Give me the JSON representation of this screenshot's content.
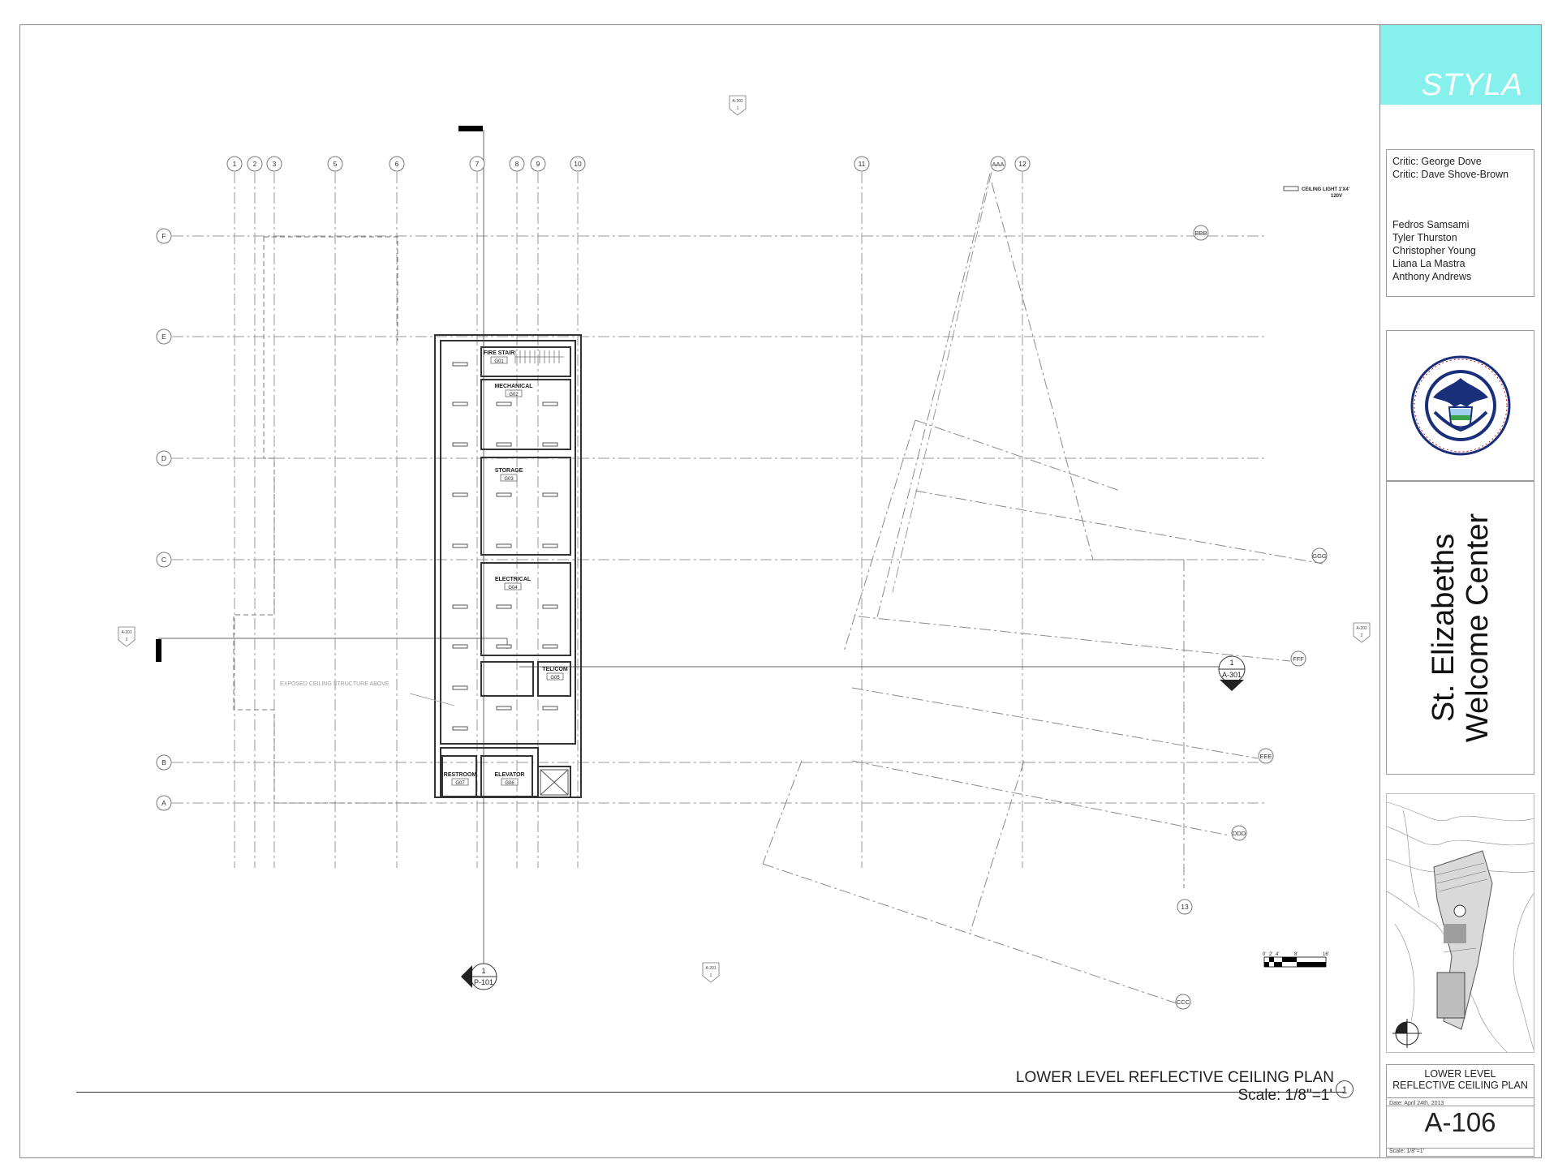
{
  "brand": "STYLA",
  "critics": [
    "Critic: George Dove",
    "Critic: Dave Shove-Brown"
  ],
  "team": [
    "Fedros Samsami",
    "Tyler Thurston",
    "Christopher Young",
    "Liana La Mastra",
    "Anthony Andrews"
  ],
  "project_title": [
    "St. Elizabeths",
    "Welcome Center"
  ],
  "logo_alt": "U.S. Department of Homeland Security seal",
  "sheet": {
    "name_line1": "LOWER LEVEL",
    "name_line2": "REFLECTIVE CEILING PLAN",
    "date": "Date: April 24th, 2013",
    "number": "A-106",
    "scale": "Scale: 1/8\"=1'"
  },
  "plan": {
    "title": "LOWER LEVEL REFLECTIVE CEILING PLAN",
    "scale": "Scale: 1/8\"=1'",
    "view_number": "1",
    "legend_line1": "CEILING LIGHT 1'X4'",
    "legend_line2": "120V",
    "note": "EXPOSED CEILING STRUCTURE ABOVE",
    "column_grid": [
      "1",
      "2",
      "3",
      "5",
      "6",
      "7",
      "8",
      "9",
      "10",
      "11",
      "AAA",
      "12",
      "13"
    ],
    "row_grid": [
      "F",
      "E",
      "D",
      "C",
      "B",
      "A"
    ],
    "angled_grid": [
      "BBB",
      "GGG",
      "FFF",
      "EEE",
      "DDD",
      "CCC"
    ],
    "rooms": [
      {
        "name": "FIRE STAIR",
        "number": "G01"
      },
      {
        "name": "MECHANICAL",
        "number": "G02"
      },
      {
        "name": "STORAGE",
        "number": "G03"
      },
      {
        "name": "ELECTRICAL",
        "number": "G04"
      },
      {
        "name": "TEL/COM",
        "number": "G05"
      },
      {
        "name": "ELEVATOR",
        "number": "G06"
      },
      {
        "name": "RESTROOM",
        "number": "G07"
      }
    ],
    "section_refs": [
      {
        "label": "A-202",
        "num": "1"
      },
      {
        "label": "A-201",
        "num": "2"
      },
      {
        "label": "A-202",
        "num": "2"
      },
      {
        "label": "A-201",
        "num": "1"
      }
    ],
    "section_markers": [
      {
        "num": "1",
        "sheet": "A-301"
      },
      {
        "num": "1",
        "sheet": "P-101"
      }
    ],
    "scale_bar_labels": [
      "0'",
      "2'",
      "4'",
      "8'",
      "16'"
    ]
  },
  "colors": {
    "brand_band": "#86f1ec",
    "line": "#555555",
    "grid": "#9a9a9a"
  }
}
